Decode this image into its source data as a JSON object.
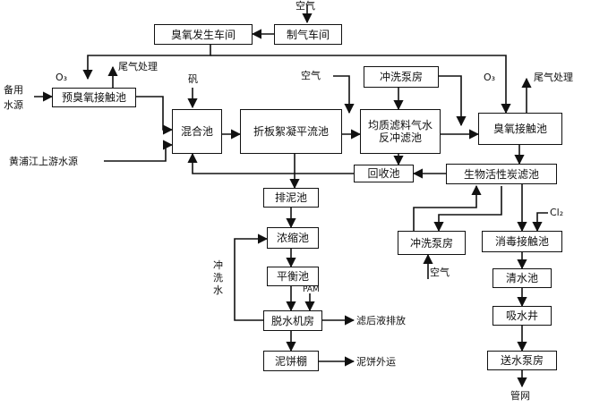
{
  "nodes": {
    "ozone_gen": "臭氧发生车间",
    "gas_plant": "制气车间",
    "pre_ozone": "预臭氧接触池",
    "mix": "混合池",
    "floc": "折板絮凝平流池",
    "filter": "均质滤料气水反冲滤池",
    "backwash_pump1": "冲洗泵房",
    "ozone_contact": "臭氧接触池",
    "bac": "生物活性炭滤池",
    "recovery": "回收池",
    "drain": "排泥池",
    "thicken": "浓缩池",
    "balance": "平衡池",
    "dewater": "脱水机房",
    "mud_shed": "泥饼棚",
    "backwash_pump2": "冲洗泵房",
    "disinfect": "消毒接触池",
    "clear": "清水池",
    "suction": "吸水井",
    "delivery": "送水泵房"
  },
  "labels": {
    "air_top": "空气",
    "source1": "备用水源",
    "source2": "黄浦江上游水源",
    "o3_left": "O₃",
    "tail_left": "尾气处理",
    "alum": "矾",
    "air_mid": "空气",
    "o3_right": "O₃",
    "tail_right": "尾气处理",
    "cl2": "Cl₂",
    "air_bottom": "空气",
    "backwash_water": "冲洗水",
    "pam": "PAM",
    "filtrate": "滤后液排放",
    "cake_out": "泥饼外运",
    "pipe_net": "管网"
  }
}
